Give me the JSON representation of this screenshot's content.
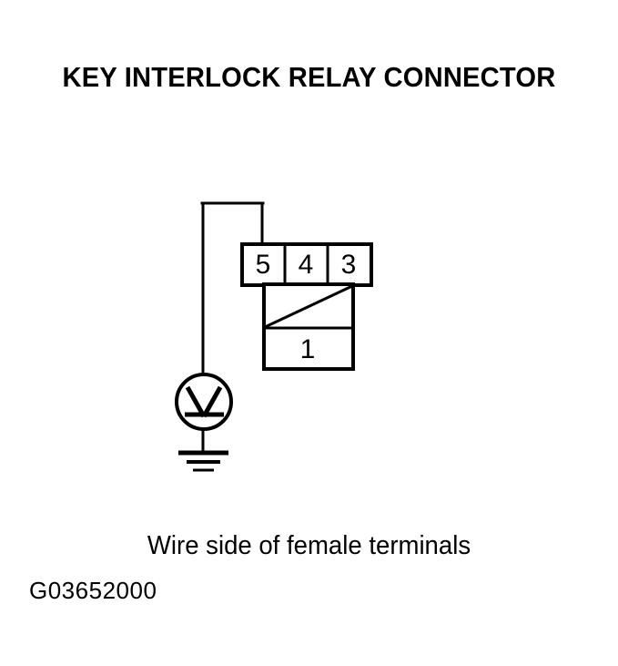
{
  "page": {
    "title": "KEY INTERLOCK RELAY CONNECTOR",
    "caption": "Wire side of female terminals",
    "figure_id": "G03652000",
    "background_color": "#ffffff",
    "line_color": "#000000"
  },
  "connector": {
    "top_row_terminals": [
      {
        "label": "5"
      },
      {
        "label": "4"
      },
      {
        "label": "3"
      }
    ],
    "bottom_row_terminals": [
      {
        "label": "1"
      }
    ]
  },
  "instrument": {
    "type": "voltmeter",
    "symbol": "V",
    "ground_symbol": "earth-ground"
  }
}
